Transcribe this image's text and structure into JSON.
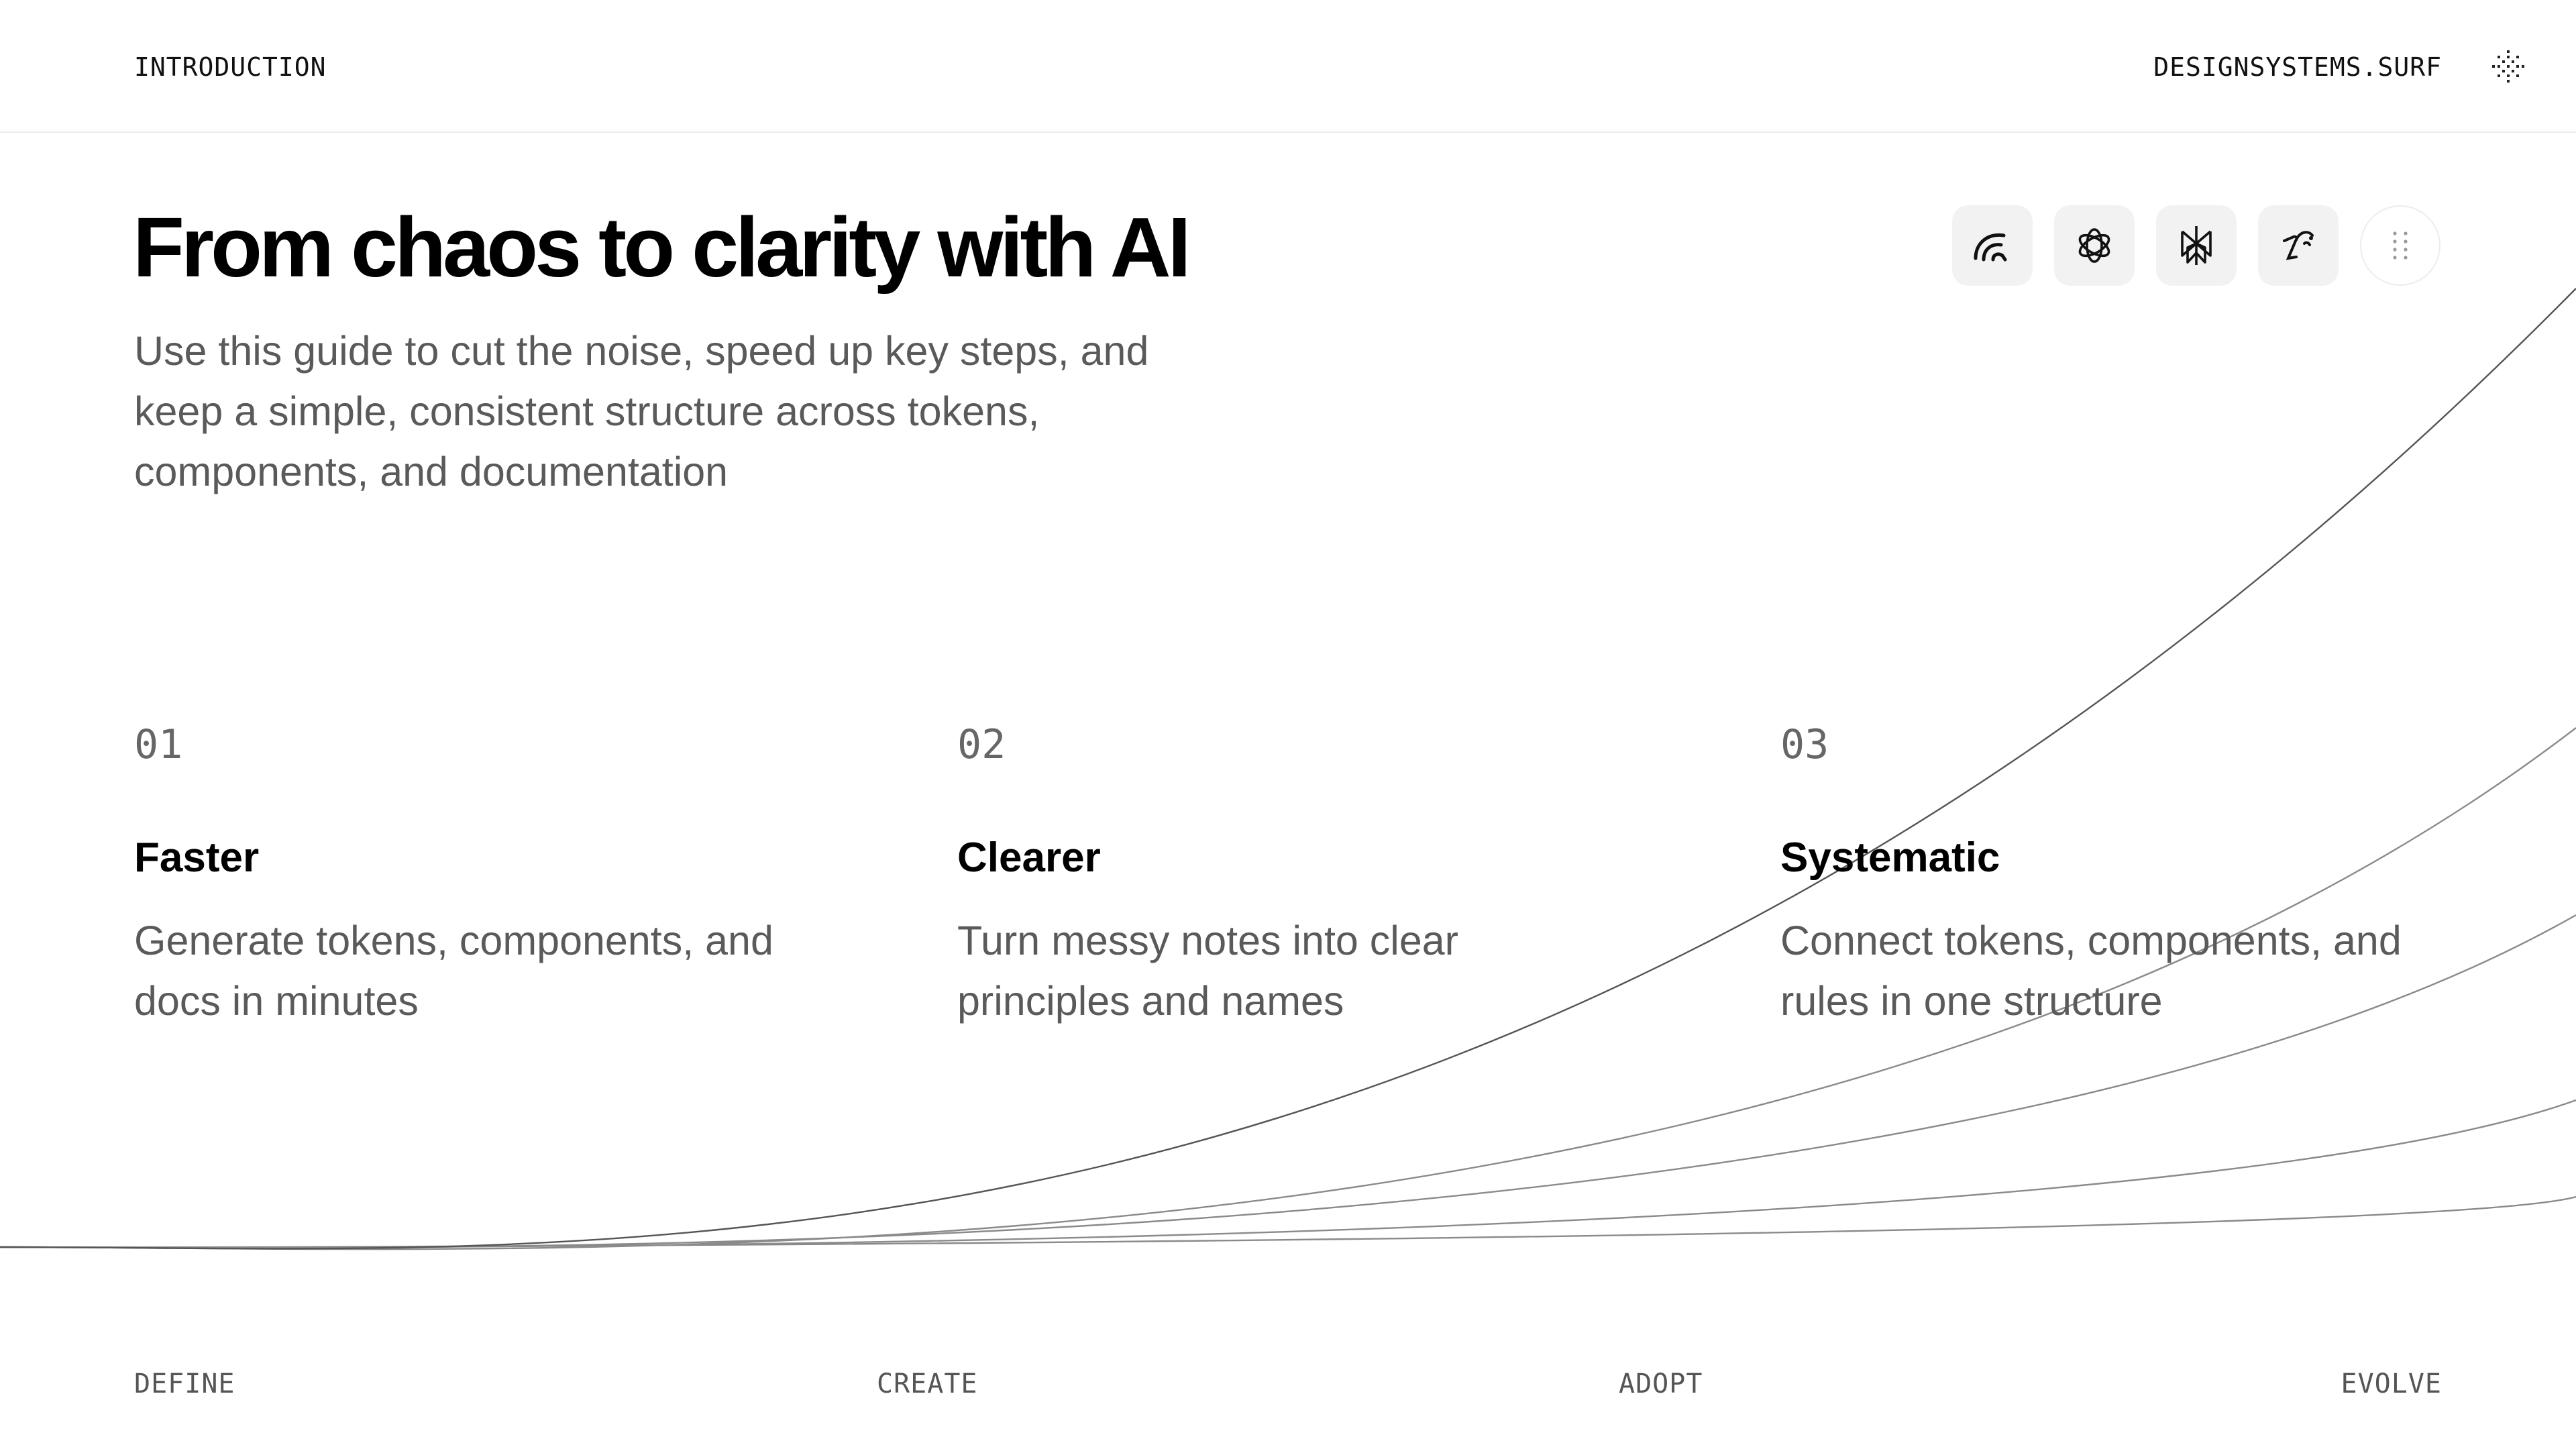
{
  "header": {
    "section": "INTRODUCTION",
    "site": "DESIGNSYSTEMS.SURF",
    "menu_icon": "sparkle-dots-icon"
  },
  "hero": {
    "title": "From chaos to clarity with AI",
    "subtitle": "Use this guide to cut the noise, speed up key steps, and keep a simple, consistent structure across tokens, components, and documentation"
  },
  "tools": [
    {
      "icon": "rainbow-arc-icon"
    },
    {
      "icon": "knot-logo-icon"
    },
    {
      "icon": "prism-logo-icon"
    },
    {
      "icon": "flourish-logo-icon"
    },
    {
      "icon": "dots-grid-icon"
    }
  ],
  "features": [
    {
      "number": "01",
      "title": "Faster",
      "description": "Generate tokens, components, and docs in minutes"
    },
    {
      "number": "02",
      "title": "Clearer",
      "description": "Turn messy notes into clear principles and names"
    },
    {
      "number": "03",
      "title": "Systematic",
      "description": "Connect tokens, components, and rules in one structure"
    }
  ],
  "phases": [
    "DEFINE",
    "CREATE",
    "ADOPT",
    "EVOLVE"
  ],
  "colors": {
    "text": "#000000",
    "muted": "#5a5a5a",
    "curve": "#8a8a8a",
    "tile": "#f2f2f2"
  }
}
